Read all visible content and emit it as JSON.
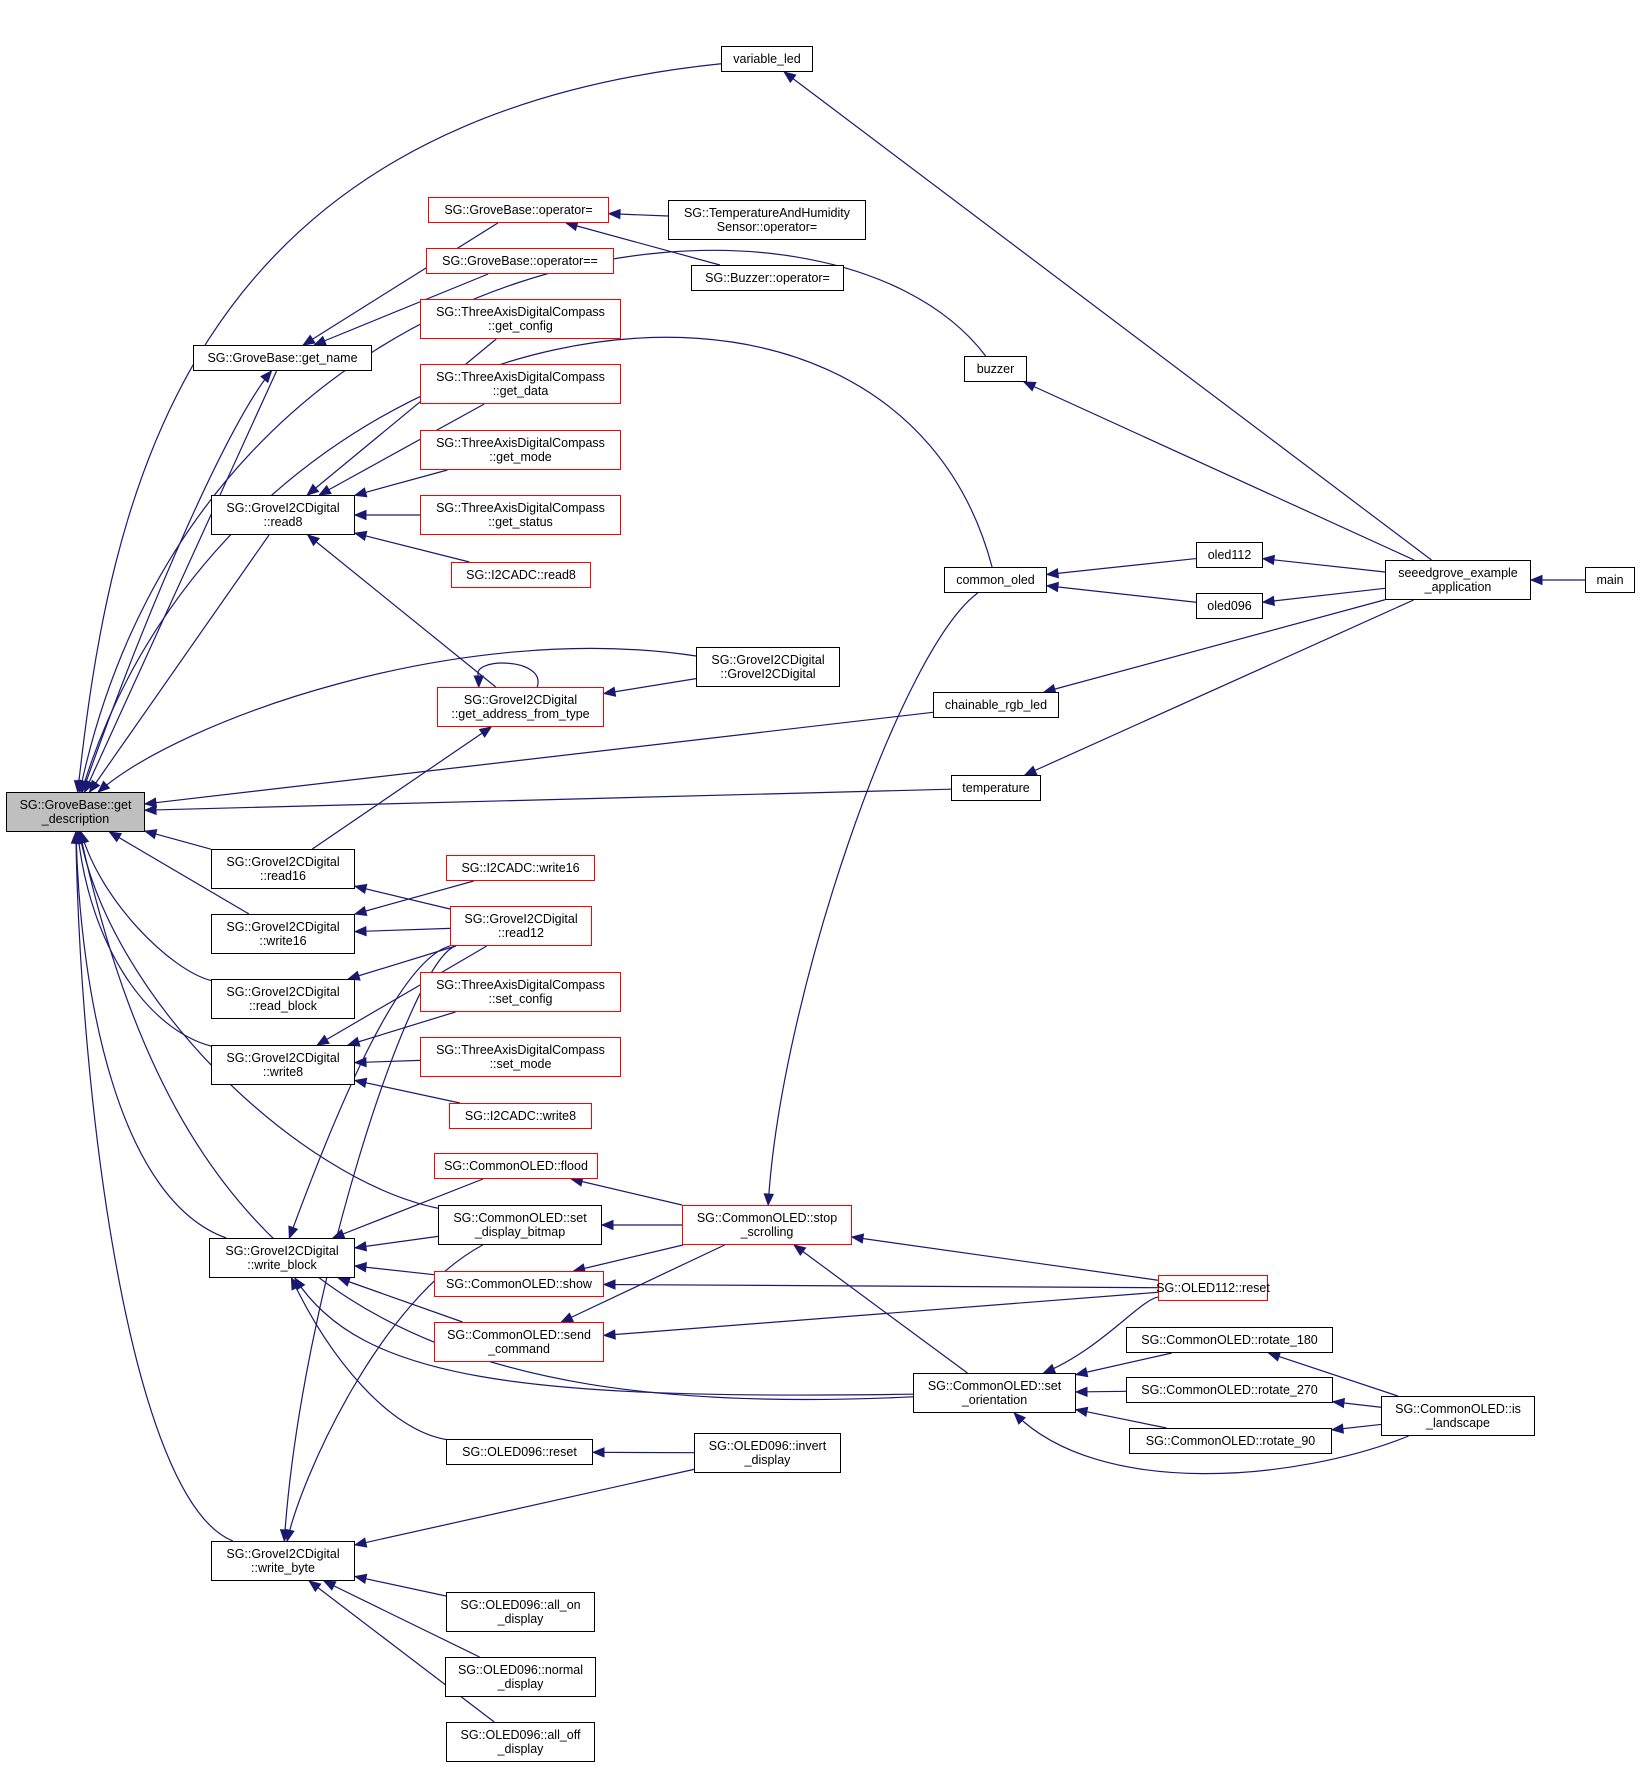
{
  "graph": {
    "title": "SG::GroveBase::get_description caller graph",
    "colors": {
      "edge": "#191970",
      "node_border": "#000000",
      "truncated_border": "#ff0000",
      "root_fill": "#bfbfbf",
      "node_fill": "#ffffff"
    },
    "nodes": [
      {
        "id": "get_description",
        "label": "SG::GroveBase::get\n_description",
        "style": "root"
      },
      {
        "id": "variable_led",
        "label": "variable_led",
        "style": "normal"
      },
      {
        "id": "gb_op_assign",
        "label": "SG::GroveBase::operator=",
        "style": "red"
      },
      {
        "id": "th_op_assign",
        "label": "SG::TemperatureAndHumidity\nSensor::operator=",
        "style": "normal"
      },
      {
        "id": "gb_op_eq",
        "label": "SG::GroveBase::operator==",
        "style": "red"
      },
      {
        "id": "buzzer_op_assign",
        "label": "SG::Buzzer::operator=",
        "style": "normal"
      },
      {
        "id": "tadc_get_config",
        "label": "SG::ThreeAxisDigitalCompass\n::get_config",
        "style": "red"
      },
      {
        "id": "get_name",
        "label": "SG::GroveBase::get_name",
        "style": "normal"
      },
      {
        "id": "buzzer",
        "label": "buzzer",
        "style": "normal"
      },
      {
        "id": "tadc_get_data",
        "label": "SG::ThreeAxisDigitalCompass\n::get_data",
        "style": "red"
      },
      {
        "id": "tadc_get_mode",
        "label": "SG::ThreeAxisDigitalCompass\n::get_mode",
        "style": "red"
      },
      {
        "id": "read8",
        "label": "SG::GroveI2CDigital\n::read8",
        "style": "normal"
      },
      {
        "id": "tadc_get_status",
        "label": "SG::ThreeAxisDigitalCompass\n::get_status",
        "style": "red"
      },
      {
        "id": "i2cadc_read8",
        "label": "SG::I2CADC::read8",
        "style": "red"
      },
      {
        "id": "oled112",
        "label": "oled112",
        "style": "normal"
      },
      {
        "id": "common_oled",
        "label": "common_oled",
        "style": "normal"
      },
      {
        "id": "seeedgrove_app",
        "label": "seeedgrove_example\n_application",
        "style": "normal"
      },
      {
        "id": "main",
        "label": "main",
        "style": "normal"
      },
      {
        "id": "oled096",
        "label": "oled096",
        "style": "normal"
      },
      {
        "id": "gi2c_ctor",
        "label": "SG::GroveI2CDigital\n::GroveI2CDigital",
        "style": "normal"
      },
      {
        "id": "get_address_from_type",
        "label": "SG::GroveI2CDigital\n::get_address_from_type",
        "style": "red"
      },
      {
        "id": "chainable_rgb_led",
        "label": "chainable_rgb_led",
        "style": "normal"
      },
      {
        "id": "temperature",
        "label": "temperature",
        "style": "normal"
      },
      {
        "id": "read16",
        "label": "SG::GroveI2CDigital\n::read16",
        "style": "normal"
      },
      {
        "id": "i2cadc_write16",
        "label": "SG::I2CADC::write16",
        "style": "red"
      },
      {
        "id": "read12",
        "label": "SG::GroveI2CDigital\n::read12",
        "style": "red"
      },
      {
        "id": "write16",
        "label": "SG::GroveI2CDigital\n::write16",
        "style": "normal"
      },
      {
        "id": "read_block",
        "label": "SG::GroveI2CDigital\n::read_block",
        "style": "normal"
      },
      {
        "id": "tadc_set_config",
        "label": "SG::ThreeAxisDigitalCompass\n::set_config",
        "style": "red"
      },
      {
        "id": "write8",
        "label": "SG::GroveI2CDigital\n::write8",
        "style": "normal"
      },
      {
        "id": "tadc_set_mode",
        "label": "SG::ThreeAxisDigitalCompass\n::set_mode",
        "style": "red"
      },
      {
        "id": "i2cadc_write8",
        "label": "SG::I2CADC::write8",
        "style": "red"
      },
      {
        "id": "flood",
        "label": "SG::CommonOLED::flood",
        "style": "red"
      },
      {
        "id": "set_display_bitmap",
        "label": "SG::CommonOLED::set\n_display_bitmap",
        "style": "normal"
      },
      {
        "id": "stop_scrolling",
        "label": "SG::CommonOLED::stop\n_scrolling",
        "style": "red"
      },
      {
        "id": "write_block",
        "label": "SG::GroveI2CDigital\n::write_block",
        "style": "normal"
      },
      {
        "id": "show",
        "label": "SG::CommonOLED::show",
        "style": "red"
      },
      {
        "id": "oled112_reset",
        "label": "SG::OLED112::reset",
        "style": "red"
      },
      {
        "id": "send_command",
        "label": "SG::CommonOLED::send\n_command",
        "style": "red"
      },
      {
        "id": "rotate_180",
        "label": "SG::CommonOLED::rotate_180",
        "style": "normal"
      },
      {
        "id": "set_orientation",
        "label": "SG::CommonOLED::set\n_orientation",
        "style": "normal"
      },
      {
        "id": "rotate_270",
        "label": "SG::CommonOLED::rotate_270",
        "style": "normal"
      },
      {
        "id": "is_landscape",
        "label": "SG::CommonOLED::is\n_landscape",
        "style": "normal"
      },
      {
        "id": "rotate_90",
        "label": "SG::CommonOLED::rotate_90",
        "style": "normal"
      },
      {
        "id": "oled096_reset",
        "label": "SG::OLED096::reset",
        "style": "normal"
      },
      {
        "id": "invert_display",
        "label": "SG::OLED096::invert\n_display",
        "style": "normal"
      },
      {
        "id": "write_byte",
        "label": "SG::GroveI2CDigital\n::write_byte",
        "style": "normal"
      },
      {
        "id": "all_on_display",
        "label": "SG::OLED096::all_on\n_display",
        "style": "normal"
      },
      {
        "id": "normal_display",
        "label": "SG::OLED096::normal\n_display",
        "style": "normal"
      },
      {
        "id": "all_off_display",
        "label": "SG::OLED096::all_off\n_display",
        "style": "normal"
      }
    ],
    "edges": [
      {
        "from": "variable_led",
        "to": "get_description"
      },
      {
        "from": "buzzer",
        "to": "get_description"
      },
      {
        "from": "common_oled",
        "to": "get_description"
      },
      {
        "from": "get_name",
        "to": "get_description"
      },
      {
        "from": "read8",
        "to": "get_description"
      },
      {
        "from": "gi2c_ctor",
        "to": "get_description"
      },
      {
        "from": "chainable_rgb_led",
        "to": "get_description"
      },
      {
        "from": "temperature",
        "to": "get_description"
      },
      {
        "from": "read16",
        "to": "get_description"
      },
      {
        "from": "write16",
        "to": "get_description"
      },
      {
        "from": "read_block",
        "to": "get_description"
      },
      {
        "from": "write8",
        "to": "get_description"
      },
      {
        "from": "set_display_bitmap",
        "to": "get_description"
      },
      {
        "from": "write_block",
        "to": "get_description"
      },
      {
        "from": "set_orientation",
        "to": "get_description"
      },
      {
        "from": "write_byte",
        "to": "get_description"
      },
      {
        "from": "gb_op_assign",
        "to": "get_name"
      },
      {
        "from": "gb_op_eq",
        "to": "get_name"
      },
      {
        "from": "get_description",
        "to": "get_name"
      },
      {
        "from": "th_op_assign",
        "to": "gb_op_assign"
      },
      {
        "from": "buzzer_op_assign",
        "to": "gb_op_assign"
      },
      {
        "from": "tadc_get_config",
        "to": "read8"
      },
      {
        "from": "tadc_get_data",
        "to": "read8"
      },
      {
        "from": "tadc_get_mode",
        "to": "read8"
      },
      {
        "from": "tadc_get_status",
        "to": "read8"
      },
      {
        "from": "i2cadc_read8",
        "to": "read8"
      },
      {
        "from": "get_address_from_type",
        "to": "read8"
      },
      {
        "from": "get_address_from_type",
        "to": "get_address_from_type"
      },
      {
        "from": "gi2c_ctor",
        "to": "get_address_from_type"
      },
      {
        "from": "read16",
        "to": "get_address_from_type"
      },
      {
        "from": "seeedgrove_app",
        "to": "variable_led"
      },
      {
        "from": "seeedgrove_app",
        "to": "buzzer"
      },
      {
        "from": "oled112",
        "to": "common_oled"
      },
      {
        "from": "oled096",
        "to": "common_oled"
      },
      {
        "from": "seeedgrove_app",
        "to": "oled112"
      },
      {
        "from": "seeedgrove_app",
        "to": "oled096"
      },
      {
        "from": "seeedgrove_app",
        "to": "chainable_rgb_led"
      },
      {
        "from": "seeedgrove_app",
        "to": "temperature"
      },
      {
        "from": "main",
        "to": "seeedgrove_app"
      },
      {
        "from": "read12",
        "to": "read16"
      },
      {
        "from": "i2cadc_write16",
        "to": "write16"
      },
      {
        "from": "read12",
        "to": "write16"
      },
      {
        "from": "read12",
        "to": "read_block"
      },
      {
        "from": "read12",
        "to": "write8"
      },
      {
        "from": "tadc_set_config",
        "to": "write8"
      },
      {
        "from": "tadc_set_mode",
        "to": "write8"
      },
      {
        "from": "i2cadc_write8",
        "to": "write8"
      },
      {
        "from": "read12",
        "to": "write_block"
      },
      {
        "from": "flood",
        "to": "write_block"
      },
      {
        "from": "set_display_bitmap",
        "to": "write_block"
      },
      {
        "from": "show",
        "to": "write_block"
      },
      {
        "from": "send_command",
        "to": "write_block"
      },
      {
        "from": "oled096_reset",
        "to": "write_block"
      },
      {
        "from": "set_orientation",
        "to": "write_block"
      },
      {
        "from": "read12",
        "to": "write_byte"
      },
      {
        "from": "set_display_bitmap",
        "to": "write_byte"
      },
      {
        "from": "invert_display",
        "to": "write_byte"
      },
      {
        "from": "all_on_display",
        "to": "write_byte"
      },
      {
        "from": "normal_display",
        "to": "write_byte"
      },
      {
        "from": "all_off_display",
        "to": "write_byte"
      },
      {
        "from": "stop_scrolling",
        "to": "flood"
      },
      {
        "from": "stop_scrolling",
        "to": "set_display_bitmap"
      },
      {
        "from": "stop_scrolling",
        "to": "show"
      },
      {
        "from": "stop_scrolling",
        "to": "send_command"
      },
      {
        "from": "common_oled",
        "to": "stop_scrolling"
      },
      {
        "from": "oled112_reset",
        "to": "stop_scrolling"
      },
      {
        "from": "set_orientation",
        "to": "stop_scrolling"
      },
      {
        "from": "oled112_reset",
        "to": "show"
      },
      {
        "from": "oled112_reset",
        "to": "send_command"
      },
      {
        "from": "oled112_reset",
        "to": "set_orientation"
      },
      {
        "from": "rotate_180",
        "to": "set_orientation"
      },
      {
        "from": "rotate_270",
        "to": "set_orientation"
      },
      {
        "from": "rotate_90",
        "to": "set_orientation"
      },
      {
        "from": "is_landscape",
        "to": "set_orientation"
      },
      {
        "from": "is_landscape",
        "to": "rotate_180"
      },
      {
        "from": "is_landscape",
        "to": "rotate_270"
      },
      {
        "from": "is_landscape",
        "to": "rotate_90"
      },
      {
        "from": "invert_display",
        "to": "oled096_reset"
      }
    ]
  }
}
